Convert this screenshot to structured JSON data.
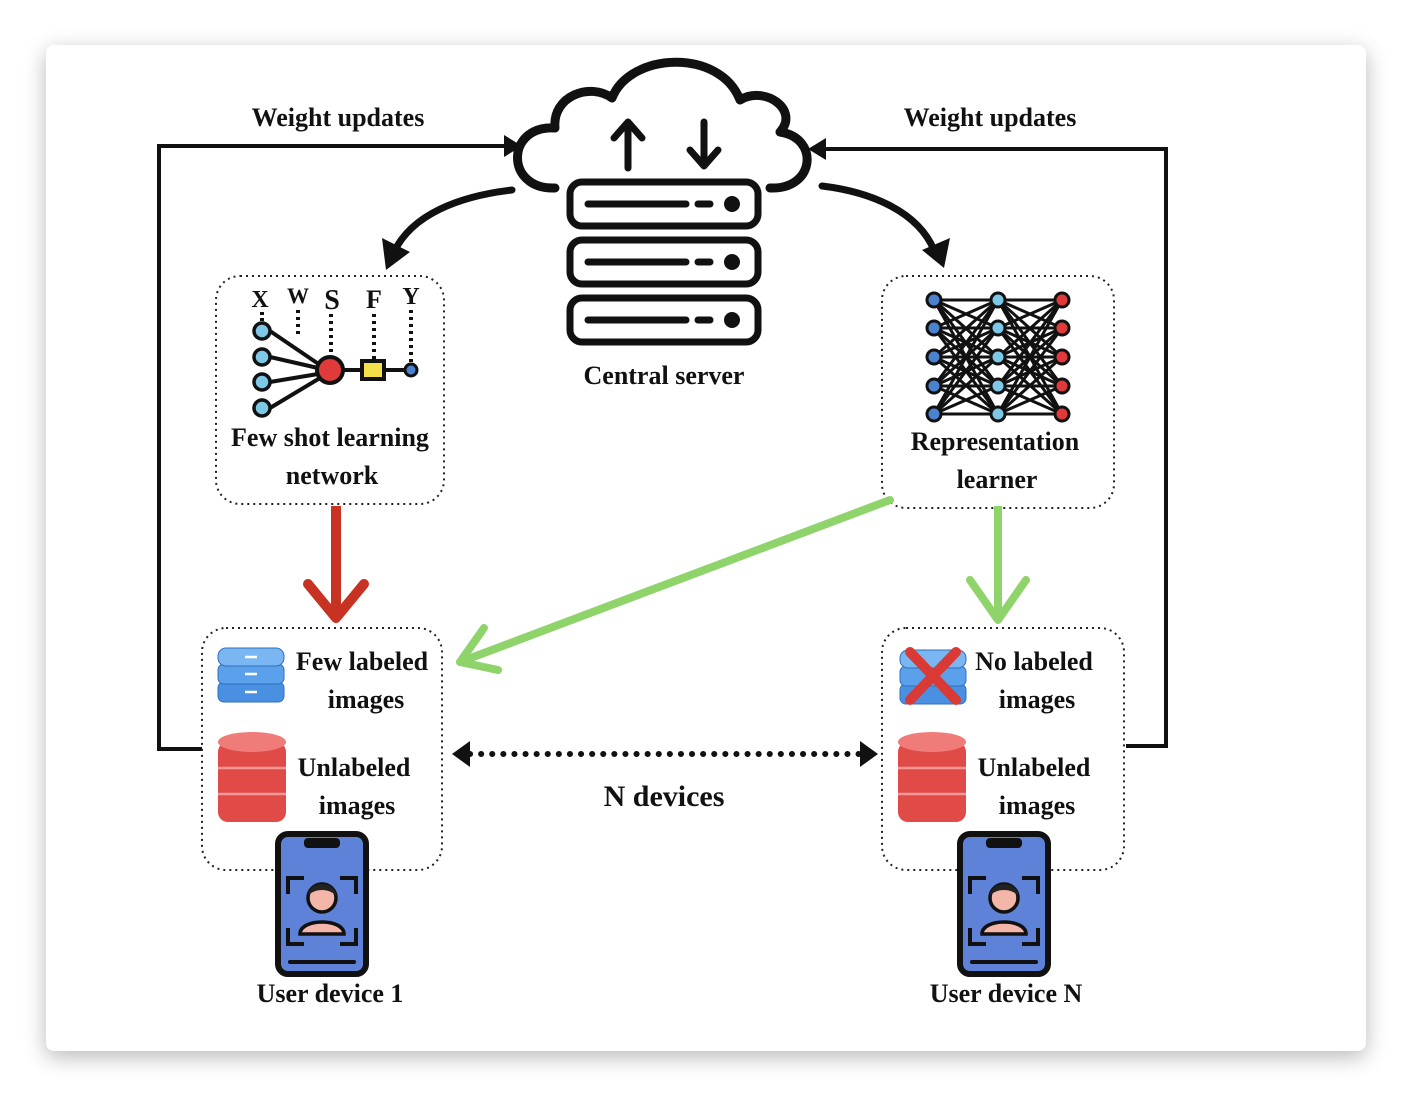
{
  "labels": {
    "weight_updates_left": "Weight updates",
    "weight_updates_right": "Weight updates",
    "central_server": "Central server",
    "few_shot_line1": "Few shot learning",
    "few_shot_line2": "network",
    "rep_line1": "Representation",
    "rep_line2": "learner",
    "few_labeled_line1": "Few labeled",
    "few_labeled_line2": "images",
    "unlabeled_left_line1": "Unlabeled",
    "unlabeled_left_line2": "images",
    "no_labeled_line1": "No labeled",
    "no_labeled_line2": "images",
    "unlabeled_right_line1": "Unlabeled",
    "unlabeled_right_line2": "images",
    "n_devices": "N devices",
    "device_1": "User device 1",
    "device_n": "User device N"
  },
  "network_letters": [
    "X",
    "W",
    "S",
    "F",
    "Y"
  ],
  "icons": {
    "cloud": "cloud-icon",
    "server": "server-rack-icon",
    "few_shot": "few-shot-network-icon",
    "representation": "neural-network-icon",
    "labeled_db": "blue-database-icon",
    "unlabeled_db": "red-database-icon",
    "no_label": "red-x-icon",
    "phone": "face-scan-phone-icon"
  },
  "colors": {
    "red_arrow": "#c83222",
    "green_arrow": "#8fd46a",
    "blue_db": "#4a90e2",
    "red_db": "#e85a57",
    "phone_screen": "#5d82d8",
    "node_blue": "#4a82d0",
    "node_cyan": "#7dc8e6",
    "node_red": "#e03a3a"
  }
}
